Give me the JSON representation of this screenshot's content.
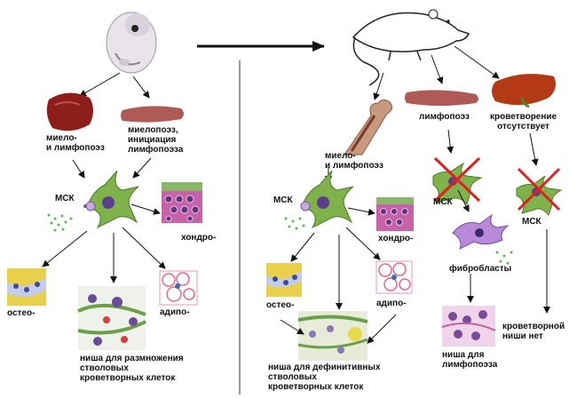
{
  "left": {
    "liver_label": "миело-\nи лимфопоэз",
    "spleen_label": "миелопоэз,\nинициация\nлимфопоэза",
    "msc_label": "МСК",
    "chondro_label": "хондро-",
    "osteo_label": "остео-",
    "adipo_label": "адипо-",
    "niche_label": "ниша для размножения\nстволовых\nкроветворных клеток"
  },
  "right": {
    "bone_label": "миело-\nи лимфопоэз",
    "spleen_label": "лимфопоэз",
    "liver_label": "кроветворение\nотсутствует",
    "msc_label": "МСК",
    "chondro_label": "хондро-",
    "osteo_label": "остео-",
    "adipo_label": "адипо-",
    "niche_label": "ниша для дефинитивных\nстволовых\nкроветворных клеток",
    "spleen_msc_label": "МСК",
    "fibroblast_label": "фибробласты",
    "lymph_niche_label": "ниша для\nлимфопоэза",
    "liver_msc_label": "МСК",
    "no_niche_label": "кроветворной\nниши нет"
  },
  "colors": {
    "liver": "#8e1e1a",
    "spleen": "#b05a55",
    "msc_cell": "#7fb24a",
    "cross": "#e02020",
    "chondro": "#c862a8",
    "osteo": "#e8d04a",
    "adipo": "#e89ab0",
    "arrow": "#111111"
  }
}
